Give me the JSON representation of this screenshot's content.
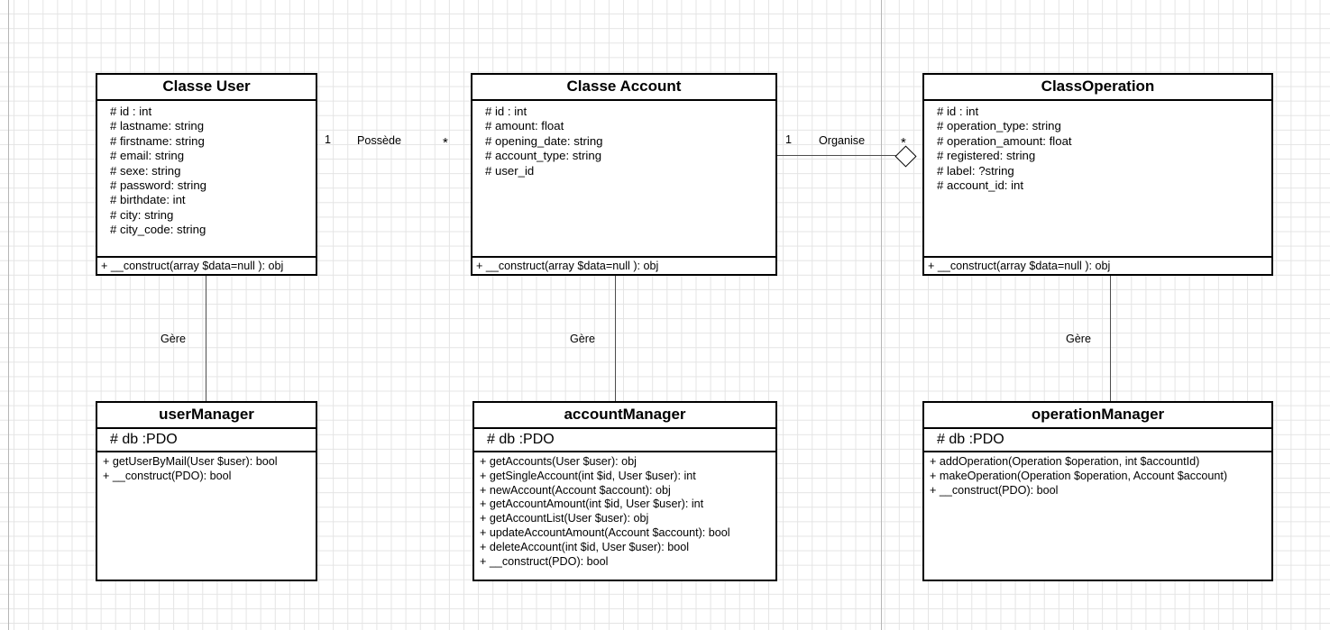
{
  "diagram": {
    "title": "UML class diagram",
    "grid_color": "#e4e4e4",
    "line_color": "#000000"
  },
  "classes": [
    {
      "id": "classe-user",
      "name": "Classe User",
      "attributes": [
        "# id : int",
        "# lastname: string",
        "# firstname: string",
        "# email: string",
        "# sexe: string",
        "# password: string",
        "# birthdate: int",
        "# city: string",
        "# city_code: string"
      ],
      "operations": [
        "+ __construct(array $data=null ): obj"
      ]
    },
    {
      "id": "classe-account",
      "name": "Classe Account",
      "attributes": [
        "# id : int",
        "# amount: float",
        "# opening_date: string",
        "# account_type: string",
        "# user_id"
      ],
      "operations": [
        "+ __construct(array $data=null ): obj"
      ]
    },
    {
      "id": "class-operation",
      "name": "ClassOperation",
      "attributes": [
        "# id : int",
        "# operation_type: string",
        "# operation_amount: float",
        "# registered: string",
        "# label: ?string",
        "# account_id: int"
      ],
      "operations": [
        "+ __construct(array $data=null ): obj"
      ]
    },
    {
      "id": "user-manager",
      "name": "userManager",
      "attributes_line": "# db :PDO",
      "operations": [
        "+ getUserByMail(User $user): bool",
        "+ __construct(PDO): bool"
      ]
    },
    {
      "id": "account-manager",
      "name": "accountManager",
      "attributes_line": "# db :PDO",
      "operations": [
        "+ getAccounts(User $user): obj",
        "+ getSingleAccount(int $id, User $user): int",
        "+ newAccount(Account $account): obj",
        "+ getAccountAmount(int $id, User $user): int",
        "+ getAccountList(User $user): obj",
        "+ updateAccountAmount(Account $account): bool",
        "+ deleteAccount(int $id, User $user): bool",
        "+ __construct(PDO): bool"
      ]
    },
    {
      "id": "operation-manager",
      "name": "operationManager",
      "attributes_line": "# db :PDO",
      "operations": [
        "+ addOperation(Operation $operation, int $accountId)",
        "+ makeOperation(Operation $operation, Account $account)",
        "+ __construct(PDO): bool"
      ]
    }
  ],
  "associations": [
    {
      "id": "possede",
      "label": "Possède",
      "source_multiplicity": "1",
      "target_multiplicity": "*"
    },
    {
      "id": "organise",
      "label": "Organise",
      "source_multiplicity": "1",
      "target_multiplicity": "*",
      "end_marker": "aggregation-diamond"
    },
    {
      "id": "gere-user",
      "label": "Gère"
    },
    {
      "id": "gere-account",
      "label": "Gère"
    },
    {
      "id": "gere-operation",
      "label": "Gère"
    }
  ]
}
